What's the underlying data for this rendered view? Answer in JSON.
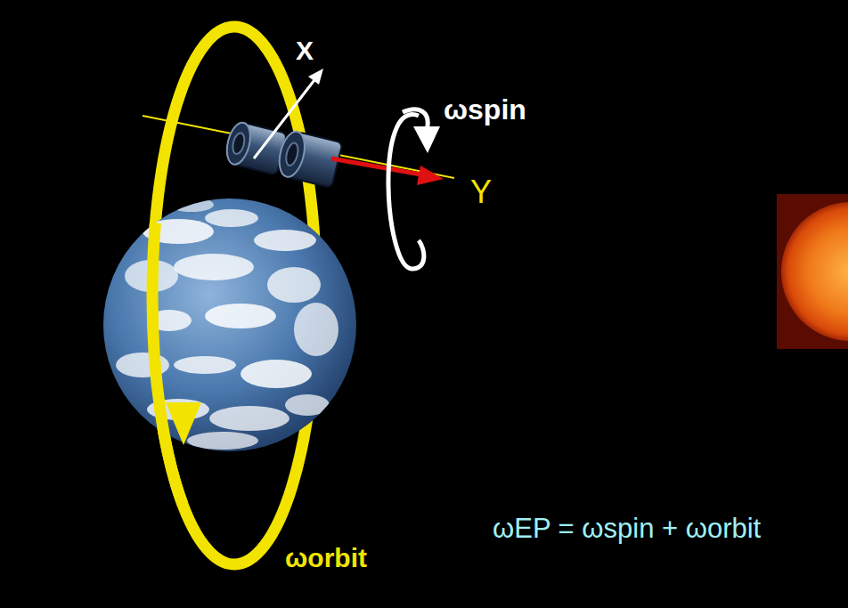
{
  "diagram": {
    "labels": [
      "X",
      "ωspin",
      "Y",
      "ωorbit",
      "ωEP = ωspin + ωorbit"
    ]
  }
}
